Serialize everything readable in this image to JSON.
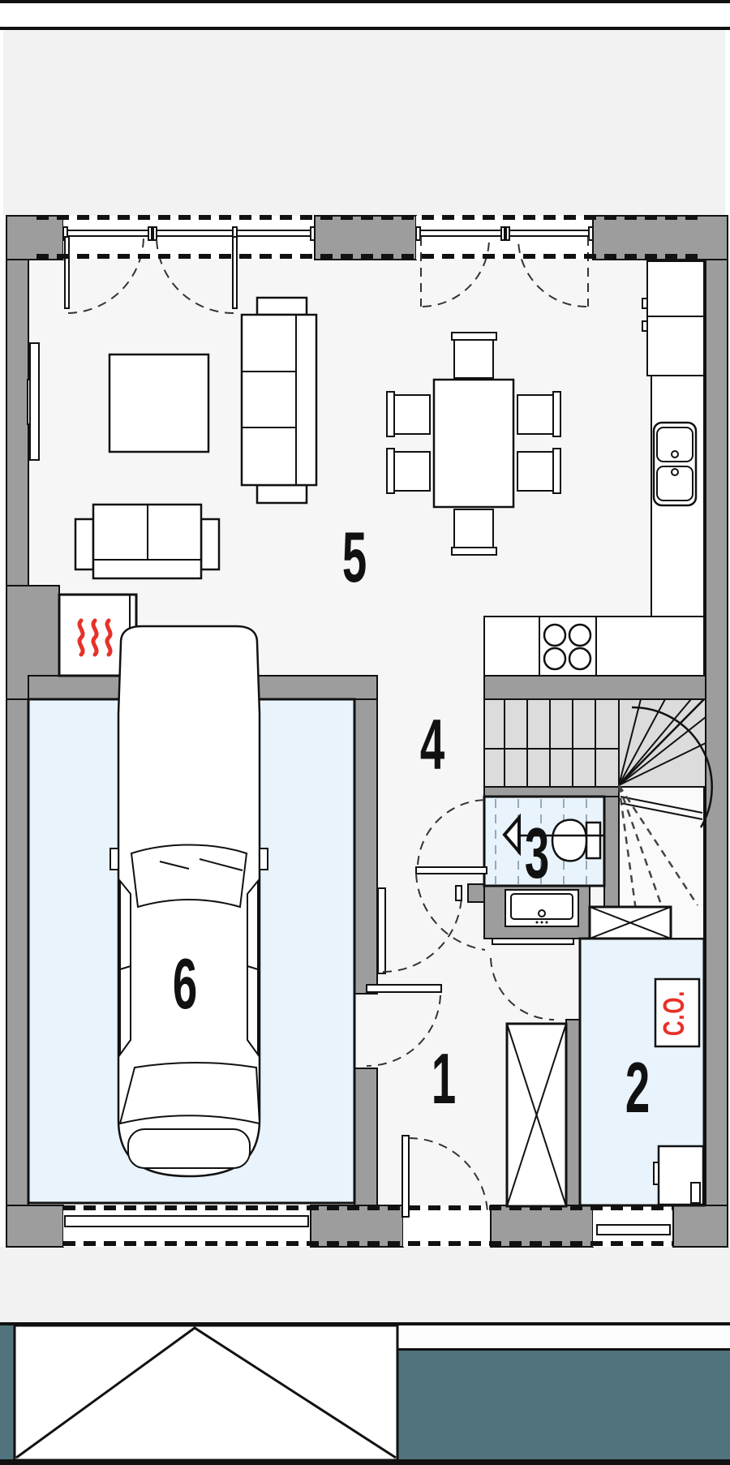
{
  "plan": {
    "kind": "floor-plan",
    "rooms": {
      "r1": "1",
      "r2": "2",
      "r3": "3",
      "r4": "4",
      "r5": "5",
      "r6": "6"
    },
    "labels": {
      "boiler": "C.O."
    },
    "symbols": {
      "heating": "radiator-waves-icon",
      "toilet": "toilet-icon",
      "washbasin": "washbasin-icon",
      "kitchen_sink": "double-sink-icon",
      "cooktop": "cooktop-4-burner-icon",
      "car": "car-top-view-icon",
      "stairs": "winder-staircase-icon",
      "wardrobe": "crossed-cabinet-icon"
    },
    "colors": {
      "wall": "#9d9d9d",
      "interior_floor": "#f6f6f6",
      "exterior": "#f2f2f2",
      "wet_room_floor": "#e8f3fb",
      "stairs": "#dcdcdc",
      "paving": "#50737e",
      "accent_red": "#e63229",
      "line": "#111111"
    }
  }
}
